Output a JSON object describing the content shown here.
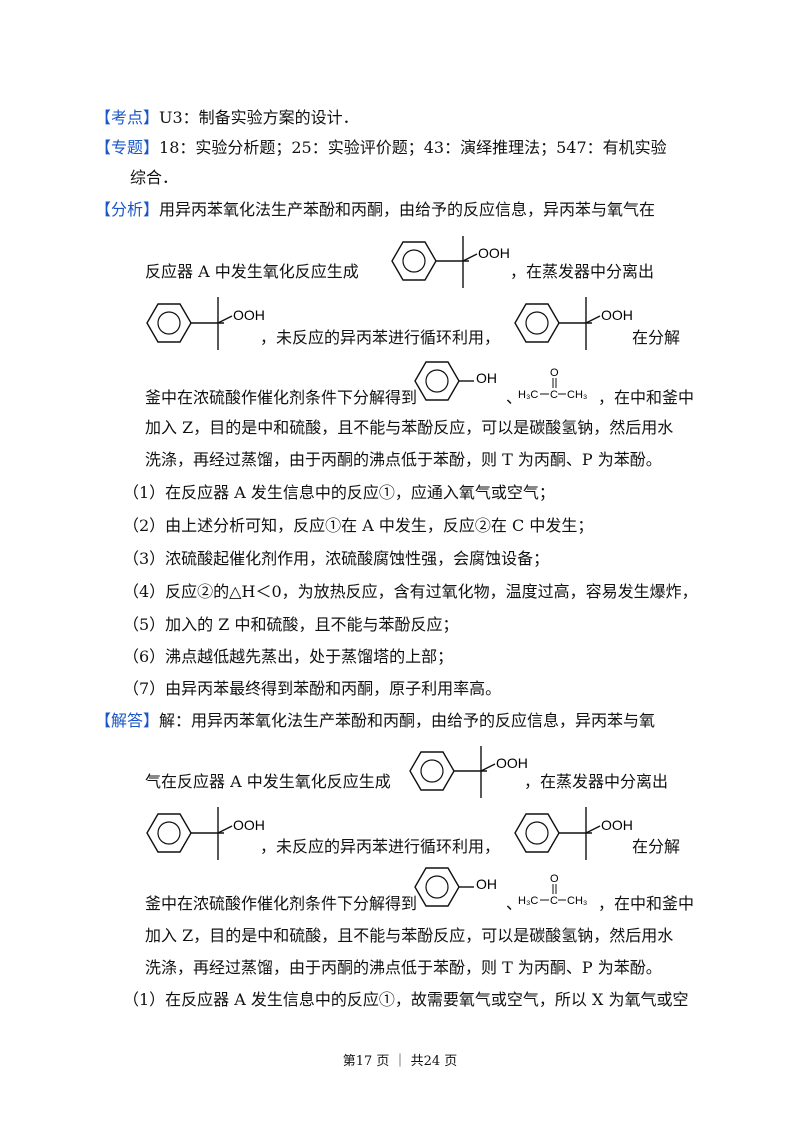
{
  "kaodian": {
    "tag": "【考点】",
    "text": "U3：制备实验方案的设计．"
  },
  "zhuanti": {
    "tag": "【专题】",
    "text": "18：实验分析题；25：实验评价题；43：演绎推理法；547：有机实验",
    "cont": "综合．"
  },
  "fenxi": {
    "tag": "【分析】",
    "l1": "用异丙苯氧化法生产苯酚和丙酮，由给予的反应信息，异丙苯与氧气在",
    "l2a": "反应器 A 中发生氧化反应生成",
    "l2b": "，在蒸发器中分离出",
    "l3a": "，未反应的异丙苯进行循环利用，",
    "l3b": "在分解",
    "l4a": "釜中在浓硫酸作催化剂条件下分解得到",
    "l4b": "、",
    "l4c": "，在中和釜中",
    "l5": "加入 Z，目的是中和硫酸，且不能与苯酚反应，可以是碳酸氢钠，然后用水",
    "l6": "洗涤，再经过蒸馏，由于丙酮的沸点低于苯酚，则 T 为丙酮、P 为苯酚。",
    "items": [
      "（1）在反应器 A 发生信息中的反应①，应通入氧气或空气；",
      "（2）由上述分析可知，反应①在 A 中发生，反应②在 C 中发生；",
      "（3）浓硫酸起催化剂作用，浓硫酸腐蚀性强，会腐蚀设备；",
      "（4）反应②的△H＜0，为放热反应，含有过氧化物，温度过高，容易发生爆炸，",
      "（5）加入的 Z 中和硫酸，且不能与苯酚反应；",
      "（6）沸点越低越先蒸出，处于蒸馏塔的上部；",
      "（7）由异丙苯最终得到苯酚和丙酮，原子利用率高。"
    ]
  },
  "jieda": {
    "tag": "【解答】",
    "l1": "解：用异丙苯氧化法生产苯酚和丙酮，由给予的反应信息，异丙苯与氧",
    "l2a": "气在反应器 A 中发生氧化反应生成",
    "l2b": "，在蒸发器中分离出",
    "l3a": "，未反应的异丙苯进行循环利用，",
    "l3b": "在分解",
    "l4a": "釜中在浓硫酸作催化剂条件下分解得到",
    "l4b": "、",
    "l4c": "，在中和釜中",
    "l5": "加入 Z，目的是中和硫酸，且不能与苯酚反应，可以是碳酸氢钠，然后用水",
    "l6": "洗涤，再经过蒸馏，由于丙酮的沸点低于苯酚，则 T 为丙酮、P 为苯酚。",
    "l7": "（1）在反应器 A 发生信息中的反应①，故需要氧气或空气，所以 X 为氧气或空"
  },
  "chem": {
    "ooh": "OOH",
    "oh": "OH",
    "h3c": "H₃C",
    "ch3": "CH₃",
    "o": "O"
  },
  "footer": {
    "text": "第17 页 ｜ 共24 页"
  }
}
